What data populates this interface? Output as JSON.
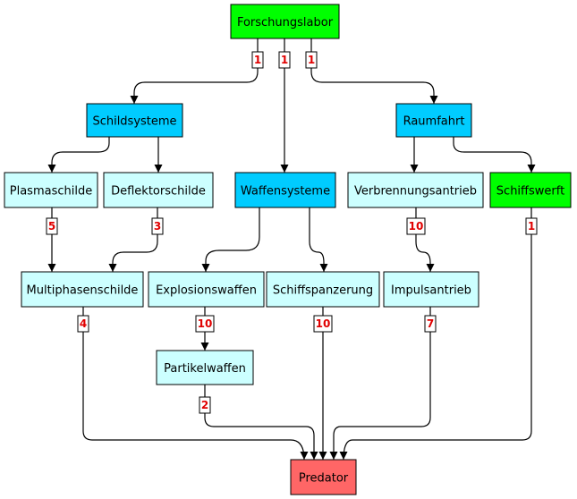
{
  "colors": {
    "green": "#00ff00",
    "blue": "#00ccff",
    "light": "#ccffff",
    "red": "#ff6666",
    "badge_text": "#e00000"
  },
  "nodes": [
    {
      "id": "forschungslabor",
      "label": "Forschungslabor",
      "color": "green"
    },
    {
      "id": "schildsysteme",
      "label": "Schildsysteme",
      "color": "blue"
    },
    {
      "id": "raumfahrt",
      "label": "Raumfahrt",
      "color": "blue"
    },
    {
      "id": "plasmaschilde",
      "label": "Plasmaschilde",
      "color": "light"
    },
    {
      "id": "deflektorschilde",
      "label": "Deflektorschilde",
      "color": "light"
    },
    {
      "id": "waffensysteme",
      "label": "Waffensysteme",
      "color": "blue"
    },
    {
      "id": "verbrennungsantrieb",
      "label": "Verbrennungsantrieb",
      "color": "light"
    },
    {
      "id": "schiffswerft",
      "label": "Schiffswerft",
      "color": "green"
    },
    {
      "id": "multiphasenschilde",
      "label": "Multiphasenschilde",
      "color": "light"
    },
    {
      "id": "explosionswaffen",
      "label": "Explosionswaffen",
      "color": "light"
    },
    {
      "id": "schiffspanzerung",
      "label": "Schiffspanzerung",
      "color": "light"
    },
    {
      "id": "impulsantrieb",
      "label": "Impulsantrieb",
      "color": "light"
    },
    {
      "id": "partikelwaffen",
      "label": "Partikelwaffen",
      "color": "light"
    },
    {
      "id": "predator",
      "label": "Predator",
      "color": "red"
    }
  ],
  "edges": [
    {
      "from": "forschungslabor",
      "to": "schildsysteme",
      "badge": "1"
    },
    {
      "from": "forschungslabor",
      "to": "waffensysteme",
      "badge": "1"
    },
    {
      "from": "forschungslabor",
      "to": "raumfahrt",
      "badge": "1"
    },
    {
      "from": "schildsysteme",
      "to": "plasmaschilde",
      "badge": ""
    },
    {
      "from": "schildsysteme",
      "to": "deflektorschilde",
      "badge": ""
    },
    {
      "from": "raumfahrt",
      "to": "verbrennungsantrieb",
      "badge": ""
    },
    {
      "from": "raumfahrt",
      "to": "schiffswerft",
      "badge": ""
    },
    {
      "from": "plasmaschilde",
      "to": "multiphasenschilde",
      "badge": "5"
    },
    {
      "from": "deflektorschilde",
      "to": "multiphasenschilde",
      "badge": "3"
    },
    {
      "from": "waffensysteme",
      "to": "explosionswaffen",
      "badge": ""
    },
    {
      "from": "waffensysteme",
      "to": "schiffspanzerung",
      "badge": ""
    },
    {
      "from": "verbrennungsantrieb",
      "to": "impulsantrieb",
      "badge": "10"
    },
    {
      "from": "explosionswaffen",
      "to": "partikelwaffen",
      "badge": "10"
    },
    {
      "from": "multiphasenschilde",
      "to": "predator",
      "badge": "4"
    },
    {
      "from": "partikelwaffen",
      "to": "predator",
      "badge": "2"
    },
    {
      "from": "schiffspanzerung",
      "to": "predator",
      "badge": "10"
    },
    {
      "from": "impulsantrieb",
      "to": "predator",
      "badge": "7"
    },
    {
      "from": "schiffswerft",
      "to": "predator",
      "badge": "1"
    }
  ]
}
